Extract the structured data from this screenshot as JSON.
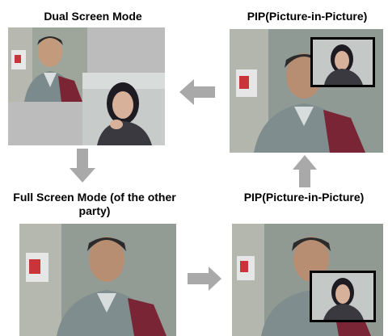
{
  "labels": {
    "dual": "Dual Screen Mode",
    "pip_top": "PIP(Picture-in-Picture)",
    "full": "Full Screen Mode (of the other party)",
    "pip_bottom": "PIP(Picture-in-Picture)"
  },
  "colors": {
    "arrow": "#a9a9a9",
    "placeholder": "#bcbcbc",
    "pip_border": "#000000"
  },
  "icons": {
    "arrow_left": "arrow-left-icon",
    "arrow_up": "arrow-up-icon",
    "arrow_down": "arrow-down-icon",
    "arrow_right": "arrow-right-icon"
  }
}
